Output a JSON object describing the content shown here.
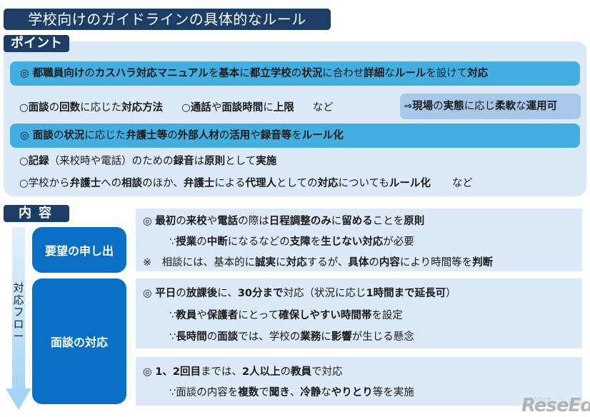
{
  "title": "学校向けのガイドラインの具体的なルール",
  "point_section": {
    "tab_label": "ポイント",
    "bar1": {
      "segments": [
        {
          "text": "◎ 都職員向け",
          "bold": true
        },
        {
          "text": "の",
          "bold": false
        },
        {
          "text": "カスハラ対応マニュアル",
          "bold": true
        },
        {
          "text": "を",
          "bold": false
        },
        {
          "text": "基本",
          "bold": true
        },
        {
          "text": "に",
          "bold": false
        },
        {
          "text": "都立学校",
          "bold": true
        },
        {
          "text": "の",
          "bold": false
        },
        {
          "text": "状況",
          "bold": true
        },
        {
          "text": "に合わせ",
          "bold": false
        },
        {
          "text": "詳細",
          "bold": true
        },
        {
          "text": "な",
          "bold": false
        },
        {
          "text": "ルール",
          "bold": true
        },
        {
          "text": "を設けて",
          "bold": false
        },
        {
          "text": "対応",
          "bold": true
        }
      ]
    },
    "line_a": {
      "item1": [
        {
          "text": "○",
          "bold": false
        },
        {
          "text": "面談",
          "bold": true
        },
        {
          "text": "の",
          "bold": false
        },
        {
          "text": "回数",
          "bold": true
        },
        {
          "text": "に応じた",
          "bold": false
        },
        {
          "text": "対応方法",
          "bold": true
        }
      ],
      "item2": [
        {
          "text": "○",
          "bold": false
        },
        {
          "text": "通話",
          "bold": true
        },
        {
          "text": "や",
          "bold": false
        },
        {
          "text": "面談時間",
          "bold": true
        },
        {
          "text": "に",
          "bold": false
        },
        {
          "text": "上限",
          "bold": true
        }
      ],
      "suffix": "など"
    },
    "flex_note": [
      {
        "text": "⇒",
        "bold": false
      },
      {
        "text": "現場",
        "bold": true
      },
      {
        "text": "の",
        "bold": false
      },
      {
        "text": "実態",
        "bold": true
      },
      {
        "text": "に応じ",
        "bold": false
      },
      {
        "text": "柔軟",
        "bold": true
      },
      {
        "text": "な",
        "bold": false
      },
      {
        "text": "運用可",
        "bold": true
      }
    ],
    "bar2": {
      "segments": [
        {
          "text": "◎ 面談",
          "bold": true
        },
        {
          "text": "の",
          "bold": false
        },
        {
          "text": "状況",
          "bold": true
        },
        {
          "text": "に応じた",
          "bold": false
        },
        {
          "text": "弁護士等",
          "bold": true
        },
        {
          "text": "の",
          "bold": false
        },
        {
          "text": "外部人材",
          "bold": true
        },
        {
          "text": "の",
          "bold": false
        },
        {
          "text": "活用",
          "bold": true
        },
        {
          "text": "や",
          "bold": false
        },
        {
          "text": "録音等",
          "bold": true
        },
        {
          "text": "を",
          "bold": false
        },
        {
          "text": "ルール化",
          "bold": true
        }
      ]
    },
    "line_b": [
      {
        "text": "○",
        "bold": false
      },
      {
        "text": "記録",
        "bold": true
      },
      {
        "text": "（来校時や電話）のための",
        "bold": false
      },
      {
        "text": "録音",
        "bold": true
      },
      {
        "text": "は",
        "bold": false
      },
      {
        "text": "原則",
        "bold": true
      },
      {
        "text": "として",
        "bold": false
      },
      {
        "text": "実施",
        "bold": true
      }
    ],
    "line_c": {
      "segments": [
        {
          "text": "○学校から",
          "bold": false
        },
        {
          "text": "弁護士",
          "bold": true
        },
        {
          "text": "への",
          "bold": false
        },
        {
          "text": "相談",
          "bold": true
        },
        {
          "text": "のほか、",
          "bold": false
        },
        {
          "text": "弁護士",
          "bold": true
        },
        {
          "text": "による",
          "bold": false
        },
        {
          "text": "代理人",
          "bold": true
        },
        {
          "text": "としての",
          "bold": false
        },
        {
          "text": "対応",
          "bold": true
        },
        {
          "text": "についても",
          "bold": false
        },
        {
          "text": "ルール化",
          "bold": true
        }
      ],
      "suffix": "など"
    }
  },
  "content_section": {
    "tab_label": "内容",
    "flow_label": [
      "対",
      "応",
      "フ",
      "ロ",
      "ー"
    ],
    "steps": [
      {
        "label": "要望の申し出"
      },
      {
        "label": "面談の対応"
      }
    ],
    "details": [
      {
        "lines": [
          [
            {
              "text": "◎ ",
              "bold": false
            },
            {
              "text": "最初",
              "bold": true
            },
            {
              "text": "の",
              "bold": false
            },
            {
              "text": "来校",
              "bold": true
            },
            {
              "text": "や",
              "bold": false
            },
            {
              "text": "電話",
              "bold": true
            },
            {
              "text": "の際は",
              "bold": false
            },
            {
              "text": "日程調整のみ",
              "bold": true
            },
            {
              "text": "に",
              "bold": false
            },
            {
              "text": "留める",
              "bold": true
            },
            {
              "text": "ことを",
              "bold": false
            },
            {
              "text": "原則",
              "bold": true
            }
          ],
          [
            {
              "text": "∵",
              "bold": false
            },
            {
              "text": "授業",
              "bold": true
            },
            {
              "text": "の",
              "bold": false
            },
            {
              "text": "中断",
              "bold": true
            },
            {
              "text": "になるなどの",
              "bold": false
            },
            {
              "text": "支障",
              "bold": true
            },
            {
              "text": "を",
              "bold": false
            },
            {
              "text": "生じない対応",
              "bold": true
            },
            {
              "text": "が必要",
              "bold": false
            }
          ],
          [
            {
              "text": "※　相談には、基本的に",
              "bold": false
            },
            {
              "text": "誠実",
              "bold": true
            },
            {
              "text": "に",
              "bold": false
            },
            {
              "text": "対応",
              "bold": true
            },
            {
              "text": "するが、",
              "bold": false
            },
            {
              "text": "具体",
              "bold": true
            },
            {
              "text": "の",
              "bold": false
            },
            {
              "text": "内容",
              "bold": true
            },
            {
              "text": "により時間等を",
              "bold": false
            },
            {
              "text": "判断",
              "bold": true
            }
          ]
        ]
      },
      {
        "lines": [
          [
            {
              "text": "◎ ",
              "bold": false
            },
            {
              "text": "平日",
              "bold": true
            },
            {
              "text": "の",
              "bold": false
            },
            {
              "text": "放課後",
              "bold": true
            },
            {
              "text": "に、",
              "bold": false
            },
            {
              "text": "30分まで",
              "bold": true
            },
            {
              "text": "対応（状況に応じ",
              "bold": false
            },
            {
              "text": "1時間まで延長可",
              "bold": true
            },
            {
              "text": "）",
              "bold": false
            }
          ],
          [
            {
              "text": "∵",
              "bold": false
            },
            {
              "text": "教員",
              "bold": true
            },
            {
              "text": "や",
              "bold": false
            },
            {
              "text": "保護者",
              "bold": true
            },
            {
              "text": "にとって",
              "bold": false
            },
            {
              "text": "確保しやすい時間帯",
              "bold": true
            },
            {
              "text": "を設定",
              "bold": false
            }
          ],
          [
            {
              "text": "∵",
              "bold": false
            },
            {
              "text": "長時間",
              "bold": true
            },
            {
              "text": "の",
              "bold": false
            },
            {
              "text": "面談",
              "bold": true
            },
            {
              "text": "では、学校の",
              "bold": false
            },
            {
              "text": "業務",
              "bold": true
            },
            {
              "text": "に",
              "bold": false
            },
            {
              "text": "影響",
              "bold": true
            },
            {
              "text": "が生じる懸念",
              "bold": false
            }
          ]
        ]
      },
      {
        "lines": [
          [
            {
              "text": "◎ ",
              "bold": false
            },
            {
              "text": "1、2回目",
              "bold": true
            },
            {
              "text": "までは、",
              "bold": false
            },
            {
              "text": "2人以上",
              "bold": true
            },
            {
              "text": "の",
              "bold": false
            },
            {
              "text": "教員",
              "bold": true
            },
            {
              "text": "で対応",
              "bold": false
            }
          ],
          [
            {
              "text": "∵面談の内容を",
              "bold": false
            },
            {
              "text": "複数",
              "bold": true
            },
            {
              "text": "で",
              "bold": false
            },
            {
              "text": "聞き",
              "bold": true
            },
            {
              "text": "、",
              "bold": false
            },
            {
              "text": "冷静",
              "bold": true
            },
            {
              "text": "な",
              "bold": false
            },
            {
              "text": "やりとり",
              "bold": true
            },
            {
              "text": "等を実施",
              "bold": false
            }
          ]
        ]
      }
    ]
  },
  "watermark": {
    "logo": "ReseEd",
    "ruby": "リシード"
  },
  "colors": {
    "navy": "#1b3d66",
    "panel_bg": "#dce9f6",
    "bar_blue": "#45aee0",
    "flex_box": "#a8c8ea",
    "step_blue": "#0a6fc2",
    "arrow_light": "#b8dcf6"
  }
}
